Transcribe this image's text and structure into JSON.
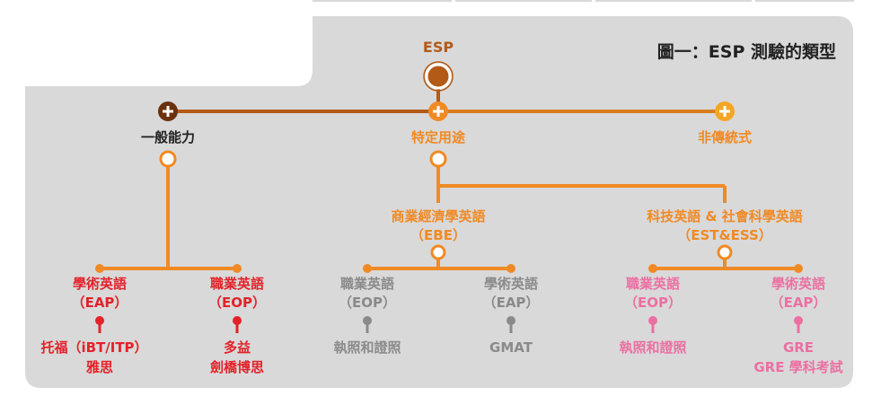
{
  "title": "圖一：ESP 測驗的類型",
  "root": "ESP",
  "level1": {
    "general": "一般能力",
    "specific": "特定用途",
    "nontraditional": "非傳統式"
  },
  "level2": {
    "ebe_name": "商業經濟學英語",
    "ebe_abbr": "（EBE）",
    "est_name": "科技英語 & 社會科學英語",
    "est_abbr": "（EST&ESS）"
  },
  "leaves": {
    "general_eap_name": "學術英語",
    "general_eap_abbr": "（EAP）",
    "general_eap_test1": "托福（iBT/ITP）",
    "general_eap_test2": "雅思",
    "general_eop_name": "職業英語",
    "general_eop_abbr": "（EOP）",
    "general_eop_test1": "多益",
    "general_eop_test2": "劍橋博思",
    "ebe_eop_name": "職業英語",
    "ebe_eop_abbr": "（EOP）",
    "ebe_eop_test": "執照和證照",
    "ebe_eap_name": "學術英語",
    "ebe_eap_abbr": "（EAP）",
    "ebe_eap_test": "GMAT",
    "est_eop_name": "職業英語",
    "est_eop_abbr": "（EOP）",
    "est_eop_test": "執照和證照",
    "est_eap_name": "學術英語",
    "est_eap_abbr": "（EAP）",
    "est_eap_test1": "GRE",
    "est_eap_test2": "GRE 學科考試"
  },
  "colors": {
    "panel": "#d9d9d9",
    "orange": "#f08a24",
    "brown": "#b35a17",
    "dark_brown": "#6b300e",
    "red": "#e3222a",
    "gray": "#8a8a8a",
    "pink": "#ec6fa2",
    "amber": "#f5a623"
  }
}
